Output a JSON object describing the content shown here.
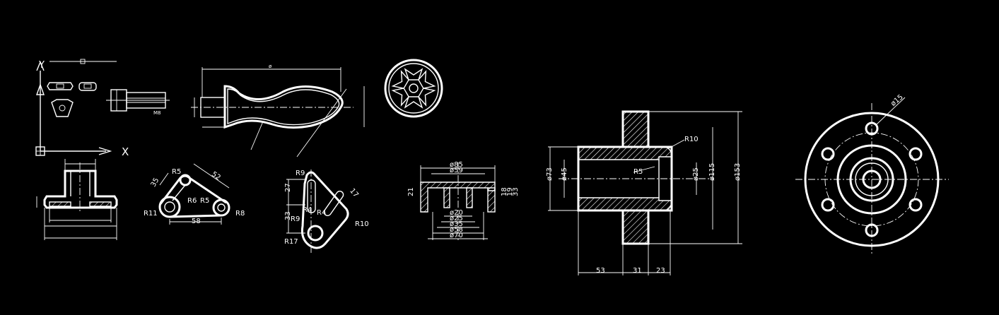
{
  "ucs_icon": {
    "y_label": "Y",
    "x_label": "X"
  },
  "drawing_handle": {
    "labels": {
      "tiny": "ø"
    }
  },
  "drawing_link": {
    "radii": [
      "R5",
      "R6",
      "R5",
      "R11",
      "R8"
    ],
    "dims": [
      "35",
      "52",
      "58"
    ]
  },
  "drawing_cam": {
    "radii": [
      "R9",
      "R9",
      "R4",
      "R4",
      "R10",
      "R17"
    ],
    "dims": [
      "27",
      "33",
      "17"
    ]
  },
  "drawing_cap": {
    "diameters": [
      "ø85",
      "ø59",
      "ø20",
      "ø25",
      "ø35",
      "ø58",
      "ø70"
    ],
    "dims": [
      "21",
      "18",
      "19",
      "33"
    ]
  },
  "drawing_hub": {
    "dims": [
      "R10",
      "R5",
      "ø73",
      "ø45",
      "ø25",
      "ø115",
      "ø153",
      "53",
      "31",
      "23"
    ]
  },
  "drawing_flange": {
    "dims": [
      "ø15"
    ]
  },
  "colors": {
    "background": "#000000",
    "lines": "#ffffff"
  }
}
